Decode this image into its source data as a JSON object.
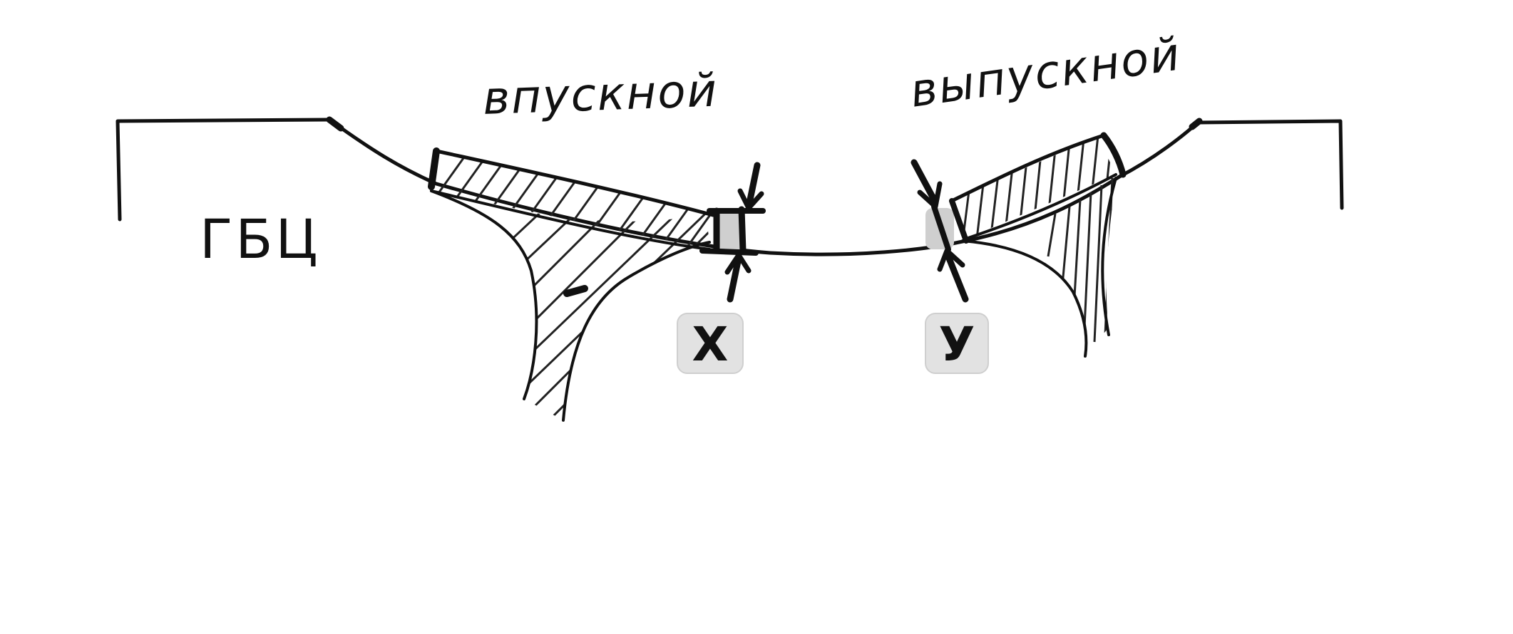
{
  "diagram": {
    "head_label": "ГБЦ",
    "intake_label": "впускной",
    "exhaust_label": "выпускной",
    "gap_x_label": "X",
    "gap_y_label": "У"
  },
  "colors": {
    "ink": "#111111",
    "badge_fill": "#e2e2e2",
    "background": "#ffffff"
  }
}
